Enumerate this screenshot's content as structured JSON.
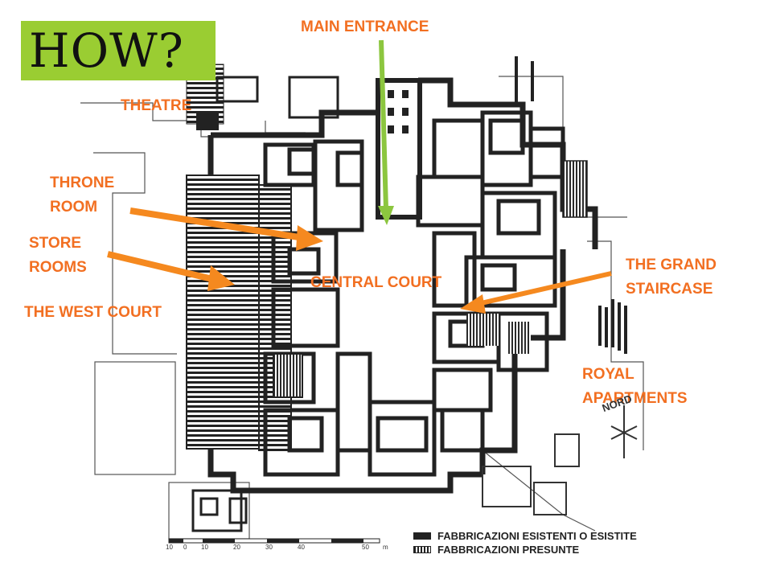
{
  "title": "HOW?",
  "labels": {
    "main_entrance": "MAIN ENTRANCE",
    "theatre": "THEATRE",
    "throne_room_1": "THRONE",
    "throne_room_2": "ROOM",
    "store_rooms_1": "STORE",
    "store_rooms_2": "ROOMS",
    "west_court": "THE WEST COURT",
    "central_court": "CENTRAL COURT",
    "grand_staircase_1": "THE GRAND",
    "grand_staircase_2": "STAIRCASE",
    "royal_apartments_1": "ROYAL",
    "royal_apartments_2": "APARTMENTS"
  },
  "north_label": "NORD",
  "legend": {
    "existing": "FABBRICAZIONI ESISTENTI O ESISTITE",
    "presumed": "FABBRICAZIONI PRESUNTE"
  },
  "scale": {
    "ticks": [
      "10",
      "0",
      "10",
      "20",
      "30",
      "40",
      "50"
    ],
    "unit": "m"
  },
  "colors": {
    "label": "#f26f21",
    "arrow_orange": "#f5891f",
    "arrow_green": "#8cc63f",
    "title_bg": "#9acd32",
    "walls": "#222222"
  }
}
